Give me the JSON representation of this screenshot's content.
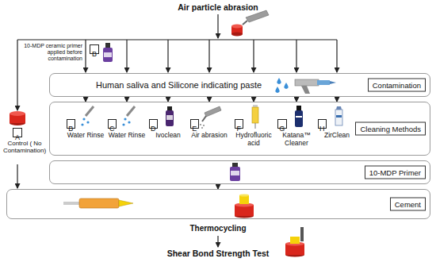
{
  "diagram": {
    "title": "Air particle abrasion",
    "nodes": [
      {
        "text": [
          "B"
        ]
      },
      {
        "text": [
          "Human saliva and Silicone indicating paste",
          "Contamination"
        ]
      },
      {
        "text": [
          "A"
        ]
      },
      {
        "text": [
          "Cleaning Methods"
        ]
      },
      {
        "text": [
          "B"
        ],
        "in": 3
      },
      {
        "text": [
          "C"
        ],
        "in": 3
      },
      {
        "text": [
          "D"
        ],
        "in": 3
      },
      {
        "text": [
          "E"
        ],
        "in": 3
      },
      {
        "text": [
          "F"
        ],
        "in": 3
      },
      {
        "text": [
          "G"
        ],
        "in": 3
      },
      {
        "text": [
          "H"
        ],
        "in": 3
      },
      {
        "text": [
          "10-MDP Primer"
        ]
      },
      {
        "text": [
          "Cement"
        ]
      }
    ],
    "labels": [
      "10-MDP ceramic primer applied before contamination",
      "Control ( No Contamination)",
      "Water Rinse",
      "Water Rinse",
      "Ivoclean",
      "Air abrasion",
      "Hydrofluoric acid",
      "Katana™ Cleaner",
      "ZirClean",
      "Thermocycling",
      "Shear Bond Strength Test"
    ]
  }
}
